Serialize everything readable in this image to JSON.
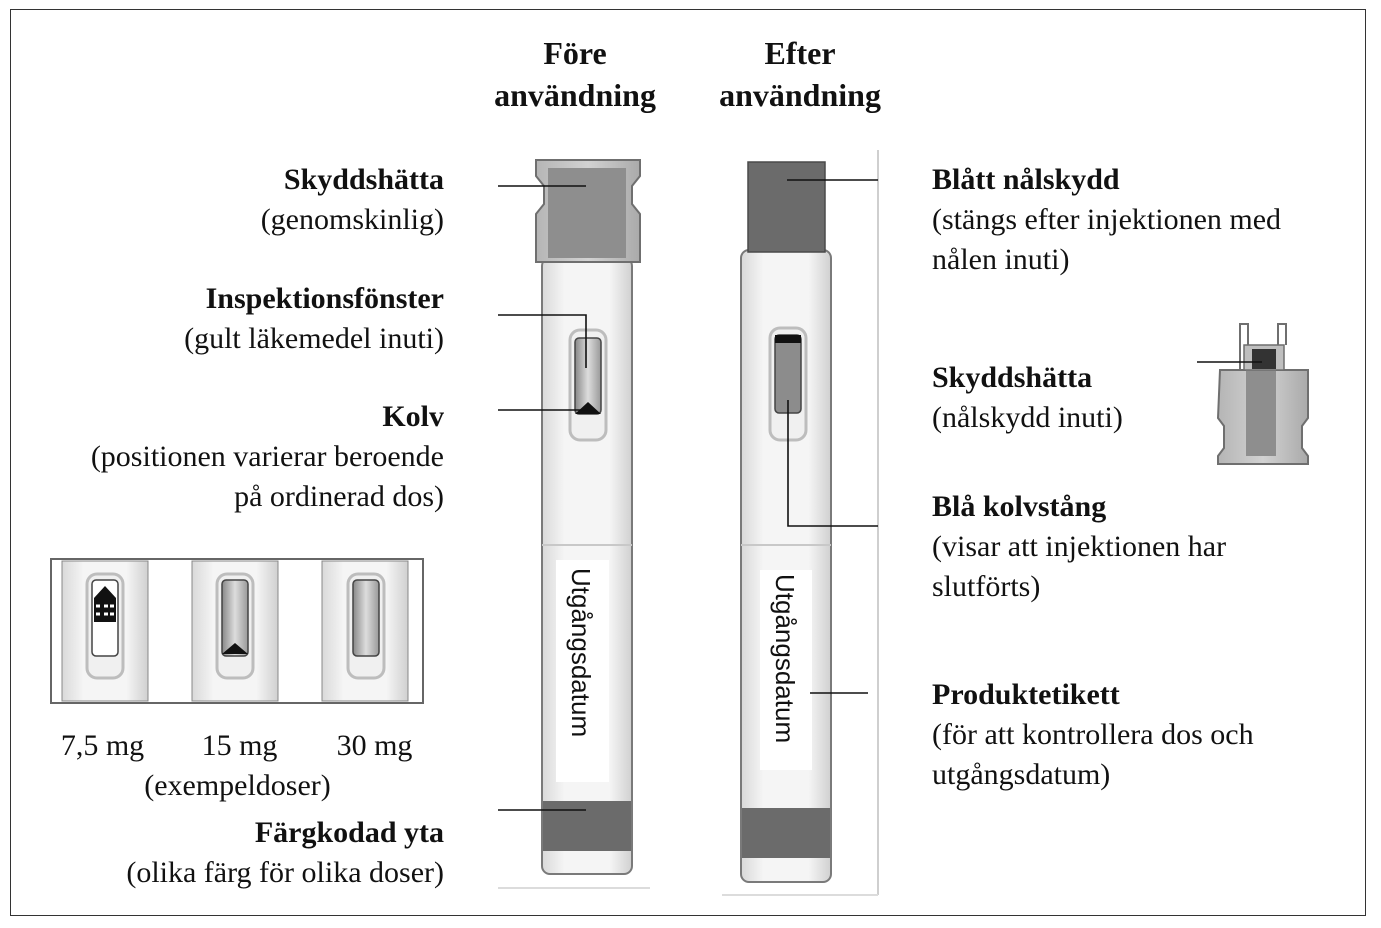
{
  "columns": {
    "before": [
      "Före",
      "användning"
    ],
    "after": [
      "Efter",
      "användning"
    ]
  },
  "left_labels": [
    {
      "id": "cap",
      "title": "Skyddshätta",
      "lines": [
        "(genomskinlig)"
      ]
    },
    {
      "id": "window",
      "title": "Inspektionsfönster",
      "lines": [
        "(gult läkemedel inuti)"
      ]
    },
    {
      "id": "plunger",
      "title": "Kolv",
      "lines": [
        "(positionen varierar beroende",
        "på ordinerad dos)"
      ]
    },
    {
      "id": "color",
      "title": "Färgkodad yta",
      "lines": [
        "(olika färg för olika doser)"
      ]
    }
  ],
  "right_labels": [
    {
      "id": "needle-guard",
      "title": "Blått nålskydd",
      "lines": [
        "(stängs efter injektionen med",
        "nålen inuti)"
      ]
    },
    {
      "id": "cap2",
      "title": "Skyddshätta",
      "lines": [
        "(nålskydd inuti)"
      ]
    },
    {
      "id": "rod",
      "title": "Blå kolvstång",
      "lines": [
        "(visar att injektionen har",
        "slutförts)"
      ]
    },
    {
      "id": "label",
      "title": "Produktetikett",
      "lines": [
        "(för att kontrollera dos och",
        "utgångsdatum)"
      ]
    }
  ],
  "doses": [
    "7,5 mg",
    "15 mg",
    "30 mg"
  ],
  "doses_note": "(exempeldoser)",
  "pen_label": "Utgångsdatum",
  "colors": {
    "dark": "#6b6b6b",
    "mid": "#9a9a9a",
    "light": "#e6e6e6",
    "outline": "#7a7a7a"
  }
}
